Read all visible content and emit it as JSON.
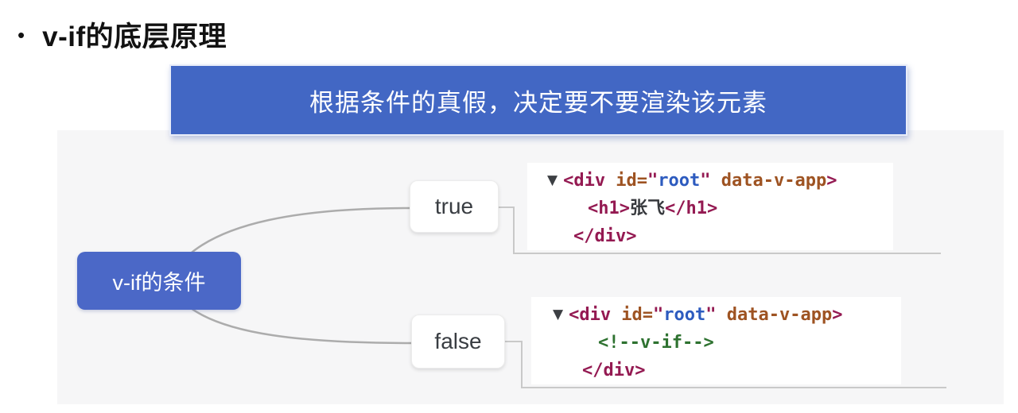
{
  "title": {
    "bullet": "•",
    "text": "v-if的底层原理"
  },
  "banner": {
    "text": "根据条件的真假，决定要不要渲染该元素",
    "bg_color": "#4267c4"
  },
  "mindmap": {
    "root_label": "v-if的条件",
    "root_bg_color": "#4b68c7",
    "true_label": "true",
    "false_label": "false",
    "connector_color": "#acacac",
    "elbow_color": "#c9c9c9"
  },
  "devtools_true": {
    "arrow": "▼",
    "open_tag": "<div",
    "attr_id_name": " id=",
    "quote_open": "\"",
    "attr_id_value": "root",
    "quote_close": "\"",
    "attr_boolean": " data-v-app",
    "gt": ">",
    "h1_open": "<h1>",
    "h1_text": "张飞",
    "h1_close": "</h1>",
    "div_close": "</div>"
  },
  "devtools_false": {
    "arrow": "▼",
    "open_tag": "<div",
    "attr_id_name": " id=",
    "quote_open": "\"",
    "attr_id_value": "root",
    "quote_close": "\"",
    "attr_boolean": " data-v-app",
    "gt": ">",
    "comment": "<!--v-if-->",
    "div_close": "</div>"
  },
  "syntax_colors": {
    "tag": "#941a52",
    "attribute_name": "#9e5322",
    "attribute_value": "#2d5bbf",
    "comment": "#2e7230",
    "plain_text": "#37393d"
  }
}
